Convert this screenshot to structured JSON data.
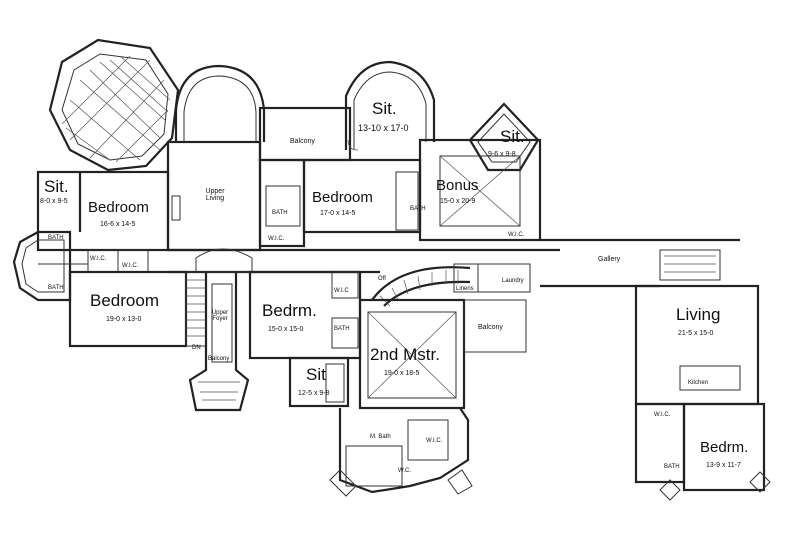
{
  "rooms": {
    "sit_left": {
      "name": "Sit.",
      "size": "8-0 x 9-5"
    },
    "bedroom_nw": {
      "name": "Bedroom",
      "size": "16-6 x 14-5"
    },
    "upper_living": {
      "name": "Upper Living"
    },
    "balcony_n": {
      "name": "Balcony"
    },
    "sit_top": {
      "name": "Sit.",
      "size": "13-10 x 17-0"
    },
    "bedroom_n": {
      "name": "Bedroom",
      "size": "17-0 x 14-5"
    },
    "sit_ne": {
      "name": "Sit.",
      "size": "9-6 x 9-8"
    },
    "bonus": {
      "name": "Bonus",
      "size": "15-0 x 20-9"
    },
    "bedroom_w": {
      "name": "Bedroom",
      "size": "19-0 x 13-0"
    },
    "upper_foyer": {
      "name": "Upper Foyer"
    },
    "balcony_foyer": {
      "name": "Balcony"
    },
    "bedrm_c": {
      "name": "Bedrm.",
      "size": "15-0 x 15-0"
    },
    "sit_c": {
      "name": "Sit",
      "size": "12-5 x 9-8"
    },
    "mstr": {
      "name": "2nd Mstr.",
      "size": "19-0 x 18-5"
    },
    "balcony_c": {
      "name": "Balcony"
    },
    "gallery": {
      "name": "Gallery"
    },
    "living": {
      "name": "Living",
      "size": "21-5 x 15-0"
    },
    "kitchen": {
      "name": "Kitchen"
    },
    "bedrm_se": {
      "name": "Bedrm.",
      "size": "13-9 x 11-7"
    }
  },
  "labels": {
    "bath": "BATH",
    "wic": "W.I.C.",
    "wic_short": "W.I.C",
    "m_bath": "M. Bath",
    "wc": "W.C.",
    "linens": "Linens",
    "laundry": "Laundry",
    "dn": "DN",
    "off": "Off"
  }
}
